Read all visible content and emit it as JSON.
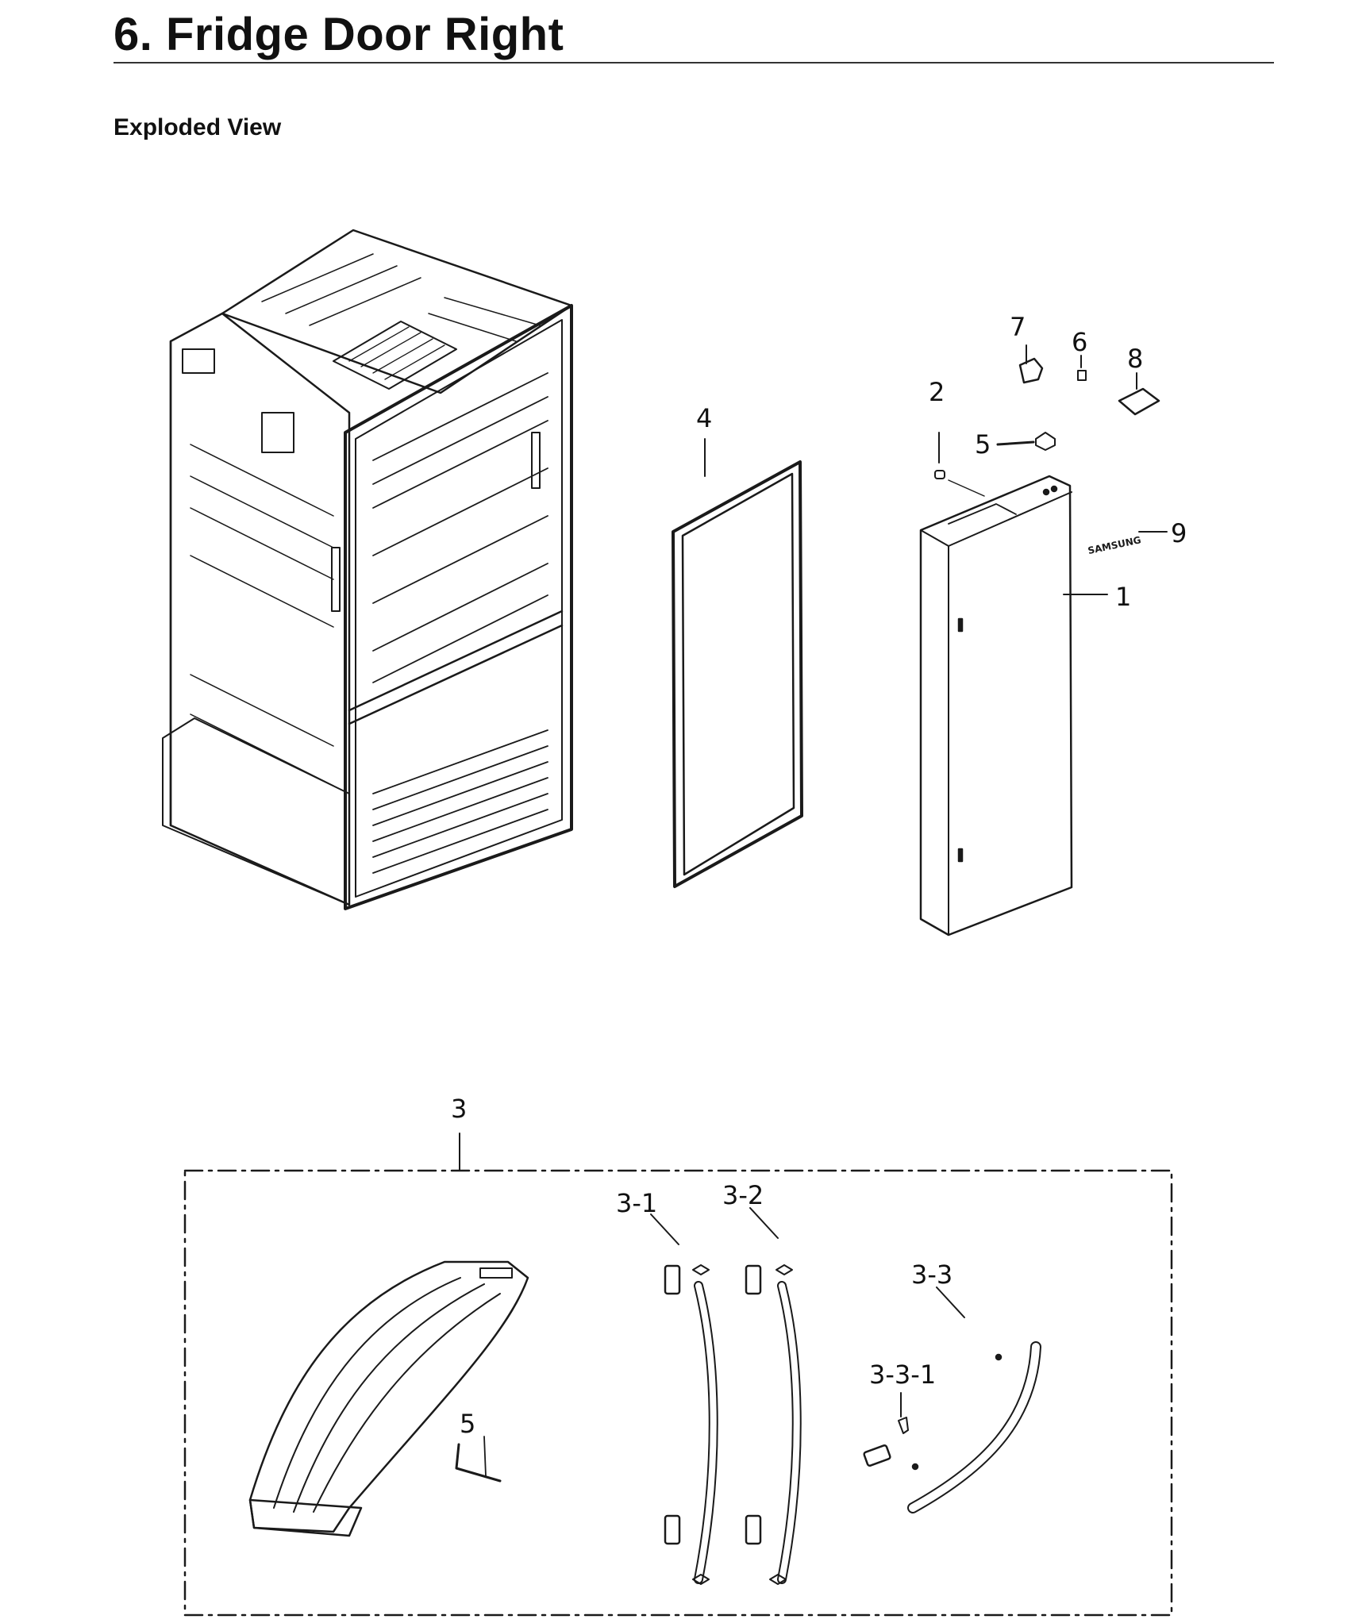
{
  "page": {
    "title": "6.  Fridge Door Right",
    "subtitle": "Exploded View"
  },
  "callouts": {
    "c1": "1",
    "c2": "2",
    "c3": "3",
    "c4": "4",
    "c5": "5",
    "c5b": "5",
    "c6": "6",
    "c7": "7",
    "c8": "8",
    "c9": "9",
    "c3_1": "3-1",
    "c3_2": "3-2",
    "c3_3": "3-3",
    "c3_3_1": "3-3-1"
  },
  "brand_mark": "SAMSUNG",
  "colors": {
    "line": "#1a1a1a",
    "background": "#ffffff"
  }
}
